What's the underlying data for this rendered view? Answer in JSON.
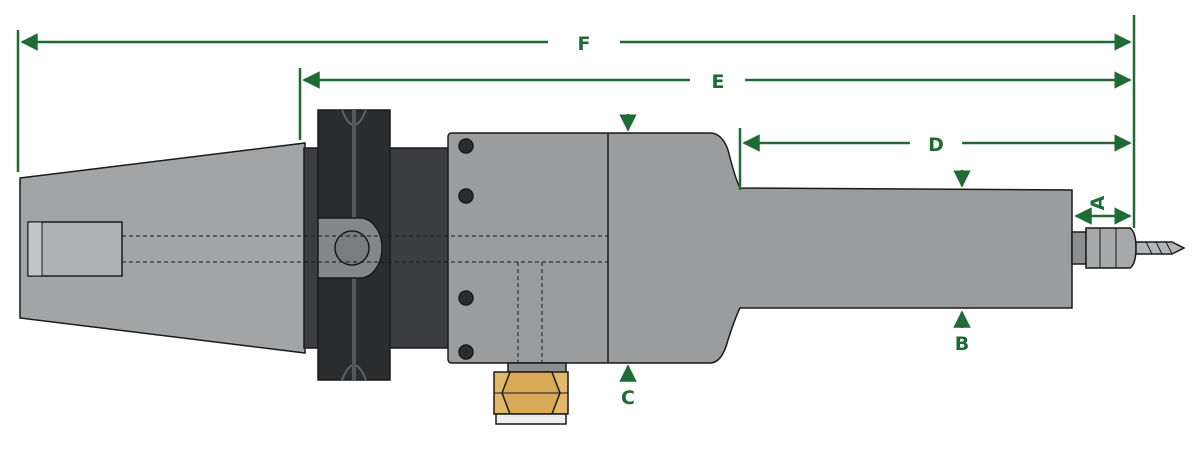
{
  "colors": {
    "dimension": "#1e6b35",
    "outline": "#1a1a1a",
    "taper": "#a3a4a5",
    "body": "#9b9c9d",
    "flange": "#3b3d40",
    "flange_band": "#2a2c2e",
    "nut_gold": "#e2b86b",
    "nut_shade": "#b98b3f",
    "background": "#ffffff"
  },
  "labels": {
    "A": "A",
    "B": "B",
    "C": "C",
    "D": "D",
    "E": "E",
    "F": "F"
  }
}
